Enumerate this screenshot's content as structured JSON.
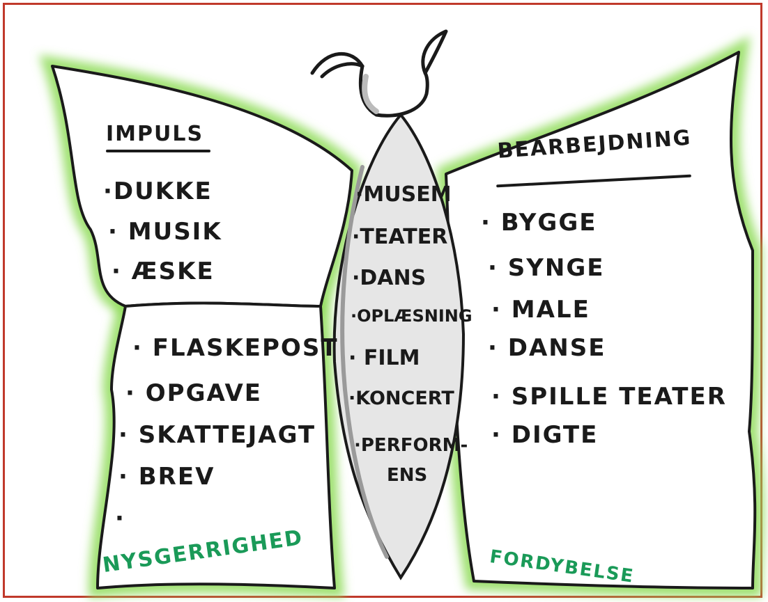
{
  "colors": {
    "frame": "#c0392b",
    "wing_glow": "#8fdc5a",
    "ink": "#1a1a1a",
    "green_ink": "#1a9a58",
    "body_fill": "#e6e6e6"
  },
  "left_wing": {
    "heading": "IMPULS",
    "upper_items": [
      "·DUKKE",
      "· MUSIK",
      "· ÆSKE"
    ],
    "lower_items": [
      "· FLASKEPOST",
      "· OPGAVE",
      "· SKATTEJAGT",
      "· BREV",
      "·"
    ],
    "footer": "NYSGERRIGHED"
  },
  "body": {
    "items": [
      "·MUSEM",
      "·TEATER",
      "·DANS",
      "·OPLÆSNING",
      "· FILM",
      "·KONCERT",
      "·PERFORM-",
      "ENS"
    ]
  },
  "right_wing": {
    "heading": "BEARBEJDNING",
    "items": [
      "· BYGGE",
      "· SYNGE",
      "· MALE",
      "· DANSE",
      "· SPILLE TEATER",
      "· DIGTE"
    ],
    "footer": "FORDYBELSE"
  }
}
